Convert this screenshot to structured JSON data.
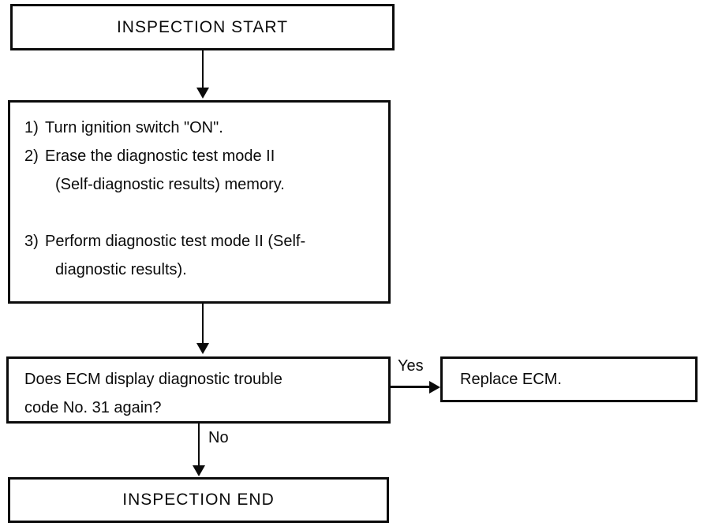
{
  "flowchart": {
    "start": {
      "label": "INSPECTION START"
    },
    "steps": {
      "items": [
        {
          "num": "1)",
          "text": "Turn ignition switch \"ON\"."
        },
        {
          "num": "2)",
          "text": "Erase the diagnostic test mode II\n(Self-diagnostic results) memory."
        },
        {
          "num": "3)",
          "text": "Perform diagnostic test mode II (Self-\ndiagnostic results)."
        }
      ]
    },
    "decision": {
      "text": "Does ECM display diagnostic trouble\ncode No. 31 again?",
      "yes_label": "Yes",
      "no_label": "No"
    },
    "replace": {
      "label": "Replace ECM."
    },
    "end": {
      "label": "INSPECTION END"
    },
    "colors": {
      "line": "#0b0b0b",
      "background": "#ffffff"
    }
  }
}
